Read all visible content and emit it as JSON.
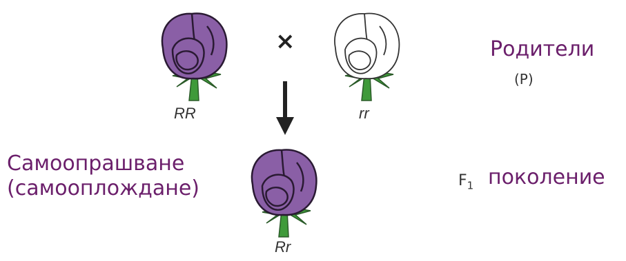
{
  "parents": {
    "left": {
      "genotype": "RR",
      "color": "#8a5fa6"
    },
    "right": {
      "genotype": "rr",
      "color": "#ffffff"
    },
    "cross_symbol": "×",
    "label": "Родители",
    "sub_label": "(P)"
  },
  "offspring": {
    "genotype": "Rr",
    "color": "#8a5fa6",
    "self_pollination_line1": "Самоопрашване",
    "self_pollination_line2": "(самооплождане)",
    "gen_symbol_base": "F",
    "gen_symbol_sub": "1",
    "gen_label": "поколение"
  },
  "colors": {
    "accent_text": "#6b1f6b",
    "leaf": "#3f9a3a",
    "outline": "#2a1a33"
  }
}
